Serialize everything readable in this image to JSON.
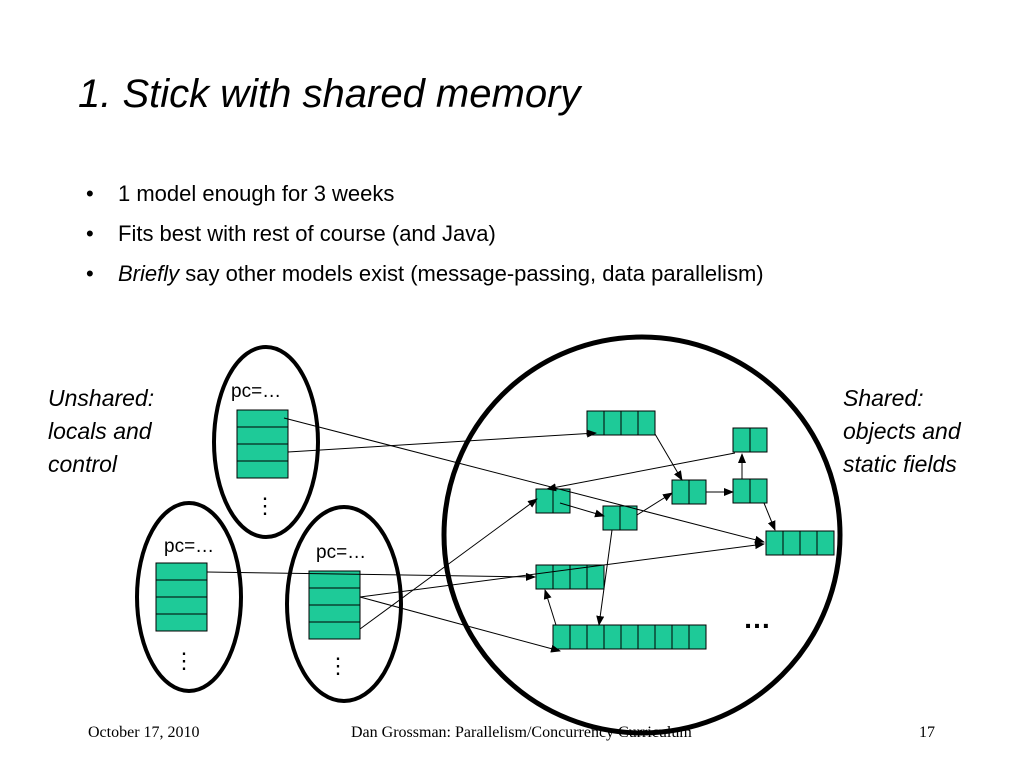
{
  "slide": {
    "title": "1. Stick with shared memory",
    "bullets": [
      {
        "marker": "•",
        "emphasis": "",
        "text": "1 model enough for 3 weeks"
      },
      {
        "marker": "•",
        "emphasis": "",
        "text": "Fits best with rest of course (and Java)"
      },
      {
        "marker": "•",
        "emphasis": "Briefly",
        "text": " say other models exist (message-passing, data parallelism)"
      }
    ]
  },
  "diagram": {
    "unshared_label": [
      "Unshared:",
      "locals and",
      "control"
    ],
    "shared_label": [
      "Shared:",
      "objects and",
      "static fields"
    ],
    "threads": [
      {
        "pc_label": "pc=…",
        "ellipsis": "⋮"
      },
      {
        "pc_label": "pc=…",
        "ellipsis": "⋮"
      },
      {
        "pc_label": "pc=…",
        "ellipsis": "⋮"
      }
    ],
    "heap_ellipsis": "…",
    "colors": {
      "object_fill": "#1ECA98",
      "stroke": "#000000"
    }
  },
  "footer": {
    "date": "October 17, 2010",
    "author_course": "Dan Grossman: Parallelism/Concurrency Curriculum",
    "page_number": "17"
  }
}
